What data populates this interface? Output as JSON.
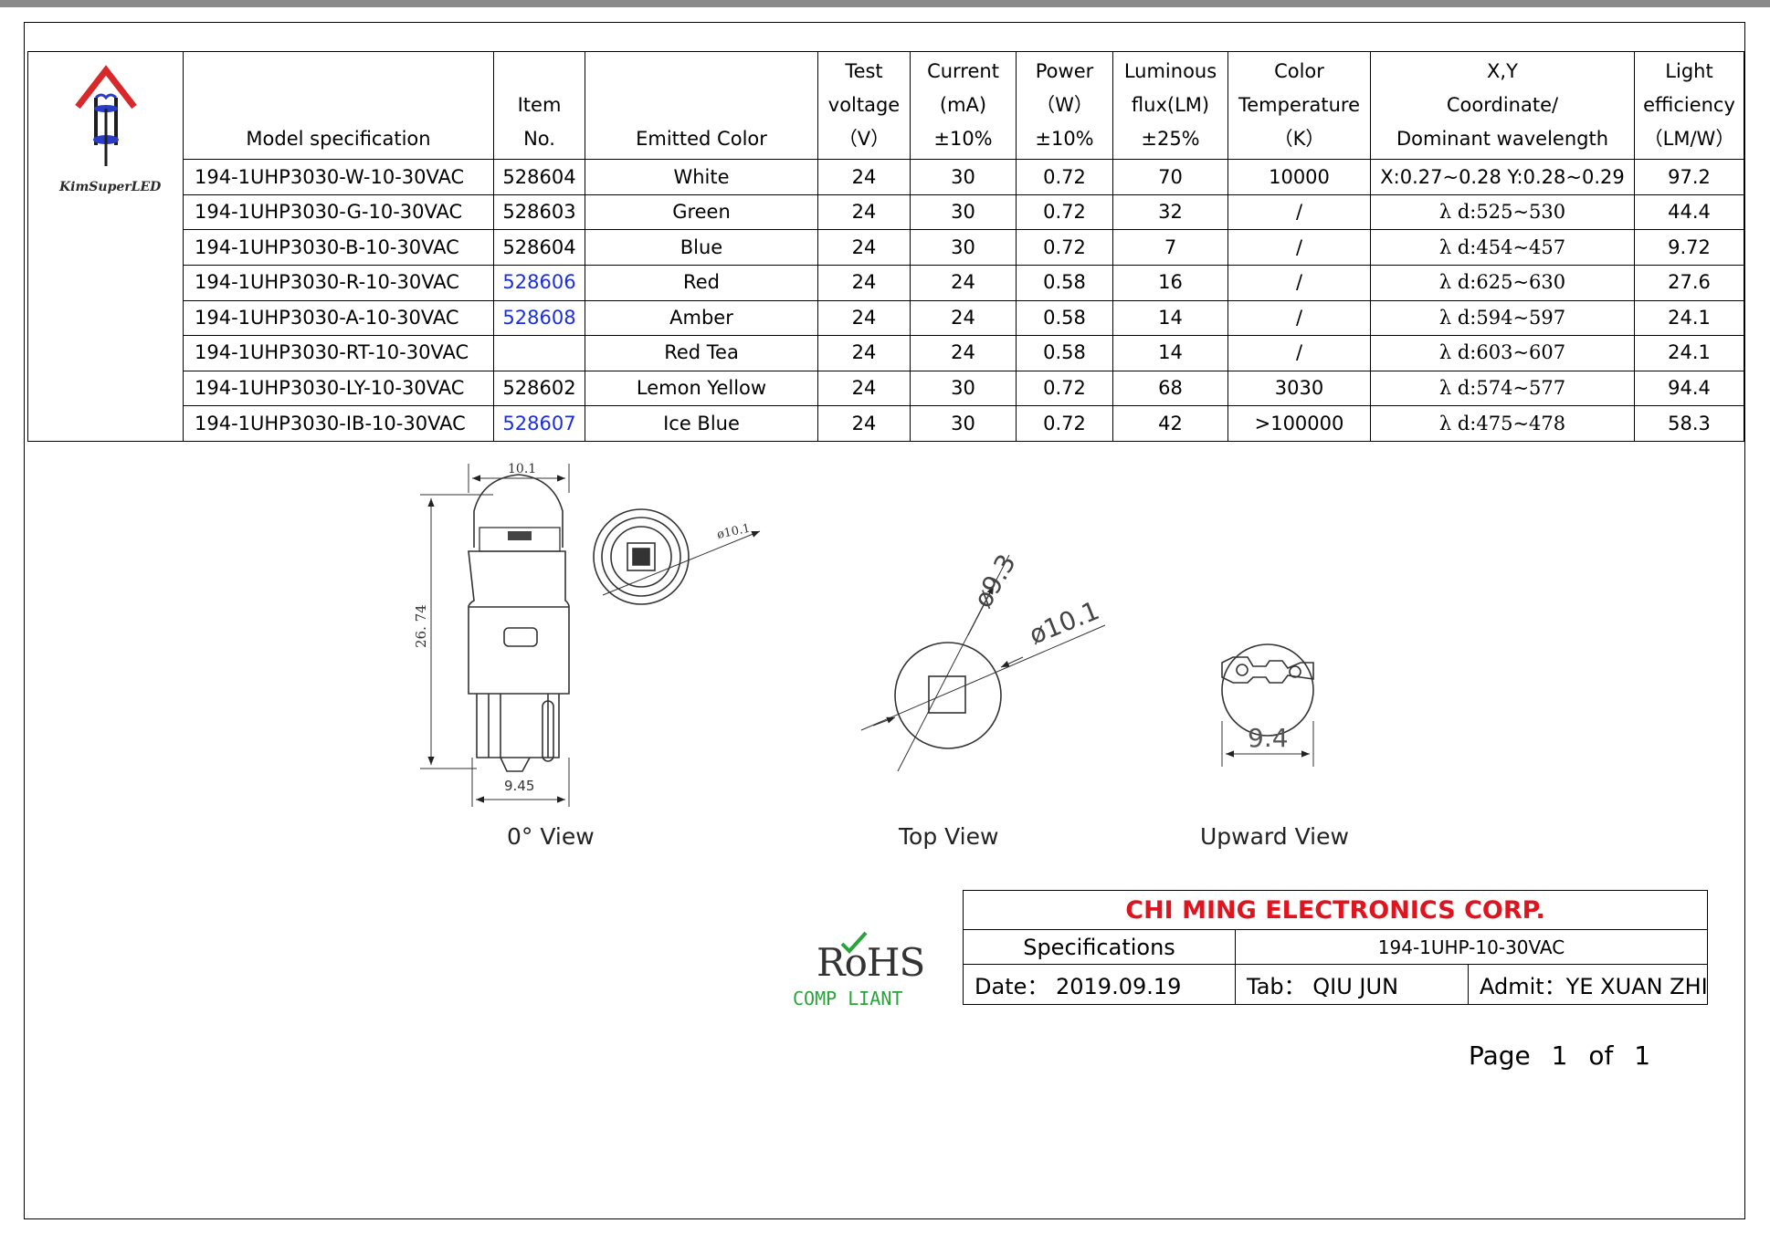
{
  "logo": {
    "text": "KimSuperLED"
  },
  "table": {
    "headers": [
      [
        "Model specification"
      ],
      [
        "Item",
        "No."
      ],
      [
        "Emitted Color"
      ],
      [
        "Test",
        "voltage",
        "（V）"
      ],
      [
        "Current",
        "(mA)",
        "±10%"
      ],
      [
        "Power",
        "（W）",
        "±10%"
      ],
      [
        "Luminous",
        "flux(LM)",
        "±25%"
      ],
      [
        "Color",
        "Temperature",
        "（K）"
      ],
      [
        "X,Y",
        "Coordinate/",
        "Dominant wavelength"
      ],
      [
        "Light",
        "efficiency",
        "（LM/W）"
      ]
    ],
    "rows": [
      [
        "194-1UHP3030-W-10-30VAC",
        "528604",
        "White",
        "24",
        "30",
        "0.72",
        "70",
        "10000",
        "X:0.27~0.28   Y:0.28~0.29",
        "97.2"
      ],
      [
        "194-1UHP3030-G-10-30VAC",
        "528603",
        "Green",
        "24",
        "30",
        "0.72",
        "32",
        "/",
        "λ d:525~530",
        "44.4"
      ],
      [
        "194-1UHP3030-B-10-30VAC",
        "528604",
        "Blue",
        "24",
        "30",
        "0.72",
        "7",
        "/",
        "λ d:454~457",
        "9.72"
      ],
      [
        "194-1UHP3030-R-10-30VAC",
        "528606",
        "Red",
        "24",
        "24",
        "0.58",
        "16",
        "/",
        "λ d:625~630",
        "27.6"
      ],
      [
        "194-1UHP3030-A-10-30VAC",
        "528608",
        "Amber",
        "24",
        "24",
        "0.58",
        "14",
        "/",
        "λ d:594~597",
        "24.1"
      ],
      [
        "194-1UHP3030-RT-10-30VAC",
        "",
        "Red Tea",
        "24",
        "24",
        "0.58",
        "14",
        "/",
        "λ d:603~607",
        "24.1"
      ],
      [
        "194-1UHP3030-LY-10-30VAC",
        "528602",
        "Lemon Yellow",
        "24",
        "30",
        "0.72",
        "68",
        "3030",
        "λ d:574~577",
        "94.4"
      ],
      [
        "194-1UHP3030-IB-10-30VAC",
        "528607",
        "Ice Blue",
        "24",
        "30",
        "0.72",
        "42",
        ">100000",
        "λ d:475~478",
        "58.3"
      ]
    ],
    "blue_item_rows": [
      3,
      4,
      7
    ]
  },
  "drawing": {
    "side_width": "10.1",
    "side_height": "26. 74",
    "side_base": "9.45",
    "small_diameter": "ø10.1",
    "top_d1": "ø9.3",
    "top_d2": "ø10.1",
    "upward_width": "9.4",
    "labels": {
      "zero": "0° View",
      "top": "Top View",
      "upward": "Upward View"
    }
  },
  "rohs": {
    "main": "RoHS",
    "sub": "COMP LIANT"
  },
  "titleblock": {
    "company": "CHI MING ELECTRONICS CORP.",
    "spec_label": "Specifications",
    "spec_value": "194-1UHP-10-30VAC",
    "date": "Date：  2019.09.19",
    "tab": "Tab：  QIU JUN",
    "admit": "Admit：YE XUAN ZHI"
  },
  "page": {
    "text": "Page  1  of  1"
  }
}
